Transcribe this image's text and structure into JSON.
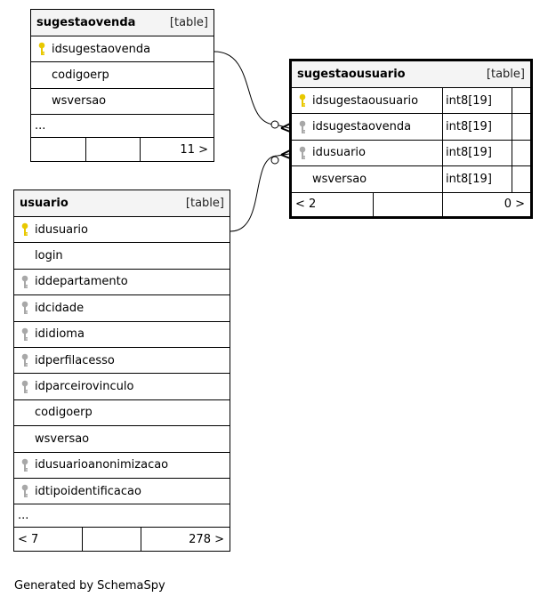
{
  "tables": {
    "sugestaovenda": {
      "name": "sugestaovenda",
      "type_label": "[table]",
      "columns": [
        {
          "name": "idsugestaovenda",
          "key": "primary"
        },
        {
          "name": "codigoerp",
          "key": "none"
        },
        {
          "name": "wsversao",
          "key": "none"
        }
      ],
      "more": "...",
      "footer": {
        "left": "",
        "right": "11 >"
      }
    },
    "sugestaousuario": {
      "name": "sugestaousuario",
      "type_label": "[table]",
      "columns": [
        {
          "name": "idsugestaousuario",
          "type": "int8[19]",
          "key": "primary"
        },
        {
          "name": "idsugestaovenda",
          "type": "int8[19]",
          "key": "foreign"
        },
        {
          "name": "idusuario",
          "type": "int8[19]",
          "key": "foreign"
        },
        {
          "name": "wsversao",
          "type": "int8[19]",
          "key": "none"
        }
      ],
      "footer": {
        "left": "< 2",
        "right": "0 >"
      }
    },
    "usuario": {
      "name": "usuario",
      "type_label": "[table]",
      "columns": [
        {
          "name": "idusuario",
          "key": "primary"
        },
        {
          "name": "login",
          "key": "none"
        },
        {
          "name": "iddepartamento",
          "key": "foreign"
        },
        {
          "name": "idcidade",
          "key": "foreign"
        },
        {
          "name": "ididioma",
          "key": "foreign"
        },
        {
          "name": "idperfilacesso",
          "key": "foreign"
        },
        {
          "name": "idparceirovinculo",
          "key": "foreign"
        },
        {
          "name": "codigoerp",
          "key": "none"
        },
        {
          "name": "wsversao",
          "key": "none"
        },
        {
          "name": "idusuarioanonimizacao",
          "key": "foreign"
        },
        {
          "name": "idtipoidentificacao",
          "key": "foreign"
        }
      ],
      "more": "...",
      "footer": {
        "left": "< 7",
        "right": "278 >"
      }
    }
  },
  "colors": {
    "primary_key": "#e8c800",
    "foreign_key": "#a8a8a8",
    "header_bg": "#f4f4f4"
  },
  "generated_by": "Generated by SchemaSpy"
}
